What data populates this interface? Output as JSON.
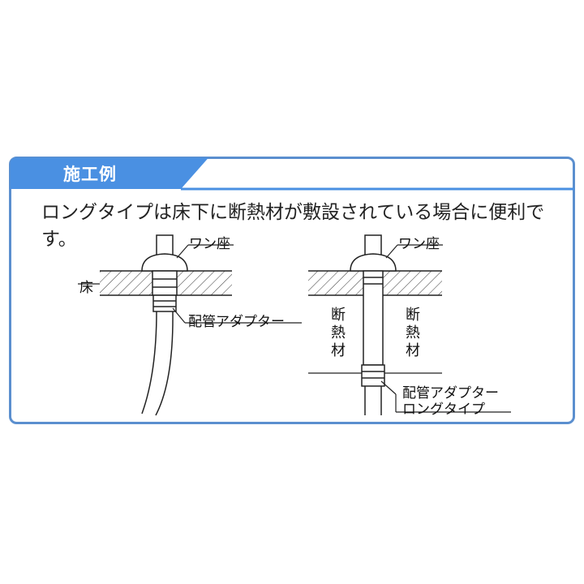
{
  "panel": {
    "heading": "施工例",
    "description": "ロングタイプは床下に断熱材が敷設されている場合に便利です。",
    "colors": {
      "accent": "#4a90e2",
      "border": "#5b8fcf",
      "line": "#333333"
    }
  },
  "left_diagram": {
    "washer_label": "ワン座",
    "floor_label": "床",
    "adapter_label": "配管アダプター"
  },
  "right_diagram": {
    "washer_label": "ワン座",
    "insulation_left": "断熱材",
    "insulation_right": "断熱材",
    "adapter_label_line1": "配管アダプター",
    "adapter_label_line2": "ロングタイプ"
  }
}
